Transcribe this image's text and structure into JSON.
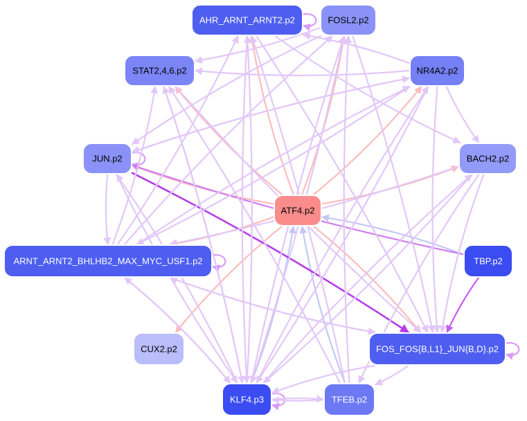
{
  "nodes": [
    {
      "id": "ahr",
      "label": "AHR_ARNT_ARNT2.p2",
      "fill": "#4d5ef0",
      "text": "#ffffff"
    },
    {
      "id": "fosl2",
      "label": "FOSL2.p2",
      "fill": "#8a92f8",
      "text": "#000000"
    },
    {
      "id": "stat",
      "label": "STAT2,4,6.p2",
      "fill": "#7b85f6",
      "text": "#000000"
    },
    {
      "id": "nr4a2",
      "label": "NR4A2.p2",
      "fill": "#7580f6",
      "text": "#000000"
    },
    {
      "id": "jun",
      "label": "JUN.p2",
      "fill": "#8a92f8",
      "text": "#000000"
    },
    {
      "id": "bach2",
      "label": "BACH2.p2",
      "fill": "#939bf8",
      "text": "#000000"
    },
    {
      "id": "atf4",
      "label": "ATF4.p2",
      "fill": "#fb8c8c",
      "text": "#000000"
    },
    {
      "id": "arnt",
      "label": "ARNT_ARNT2_BHLHB2_MAX_MYC_USF1.p2",
      "fill": "#4d5ef0",
      "text": "#ffffff"
    },
    {
      "id": "tbp",
      "label": "TBP.p2",
      "fill": "#3a4cf2",
      "text": "#ffffff"
    },
    {
      "id": "cux2",
      "label": "CUX2.p2",
      "fill": "#b9bdf9",
      "text": "#000000"
    },
    {
      "id": "fos",
      "label": "FOS_FOS{B,L1}_JUN{B,D}.p2",
      "fill": "#4d5ef0",
      "text": "#ffffff"
    },
    {
      "id": "klf4",
      "label": "KLF4.p3",
      "fill": "#3a4cf2",
      "text": "#ffffff"
    },
    {
      "id": "tfeb",
      "label": "TFEB.p2",
      "fill": "#6c78f4",
      "text": "#ffffff"
    }
  ],
  "edges": [
    {
      "from": "ahr",
      "to": "ahr",
      "color": "#d99af5"
    },
    {
      "from": "jun",
      "to": "jun",
      "color": "#d99af5"
    },
    {
      "from": "arnt",
      "to": "arnt",
      "color": "#d99af5"
    },
    {
      "from": "fos",
      "to": "fos",
      "color": "#d99af5"
    },
    {
      "from": "klf4",
      "to": "klf4",
      "color": "#d99af5"
    },
    {
      "from": "atf4",
      "to": "ahr",
      "color": "#fcbcbc"
    },
    {
      "from": "atf4",
      "to": "fosl2",
      "color": "#fcbcbc"
    },
    {
      "from": "atf4",
      "to": "stat",
      "color": "#fcbcbc"
    },
    {
      "from": "atf4",
      "to": "nr4a2",
      "color": "#fcbcbc"
    },
    {
      "from": "atf4",
      "to": "jun",
      "color": "#fcbcbc"
    },
    {
      "from": "atf4",
      "to": "bach2",
      "color": "#fcbcbc"
    },
    {
      "from": "atf4",
      "to": "arnt",
      "color": "#fcbcbc"
    },
    {
      "from": "atf4",
      "to": "cux2",
      "color": "#fcbcbc"
    },
    {
      "from": "atf4",
      "to": "fos",
      "color": "#fcbcbc"
    },
    {
      "from": "tbp",
      "to": "atf4",
      "color": "#c3c8f5"
    },
    {
      "from": "tfeb",
      "to": "atf4",
      "color": "#c3c8f5"
    },
    {
      "from": "klf4",
      "to": "atf4",
      "color": "#c3c8f5"
    },
    {
      "from": "jun",
      "to": "fos",
      "color": "#b43be8",
      "width": 2.6
    },
    {
      "from": "tbp",
      "to": "fos",
      "color": "#c65cef",
      "width": 2.2
    },
    {
      "from": "tbp",
      "to": "jun",
      "color": "#d07cf0",
      "width": 2.2
    },
    {
      "from": "nr4a2",
      "to": "ahr",
      "color": "#e2c7f8"
    },
    {
      "from": "nr4a2",
      "to": "stat",
      "color": "#e2c7f8"
    },
    {
      "from": "nr4a2",
      "to": "jun",
      "color": "#e2c7f8"
    },
    {
      "from": "nr4a2",
      "to": "arnt",
      "color": "#e2c7f8"
    },
    {
      "from": "nr4a2",
      "to": "bach2",
      "color": "#e2c7f8"
    },
    {
      "from": "fosl2",
      "to": "stat",
      "color": "#e2c7f8"
    },
    {
      "from": "fosl2",
      "to": "jun",
      "color": "#e2c7f8"
    },
    {
      "from": "fosl2",
      "to": "fos",
      "color": "#e2c7f8"
    },
    {
      "from": "ahr",
      "to": "bach2",
      "color": "#e2c7f8"
    },
    {
      "from": "ahr",
      "to": "fos",
      "color": "#e2c7f8"
    },
    {
      "from": "stat",
      "to": "fos",
      "color": "#e2c7f8"
    },
    {
      "from": "stat",
      "to": "klf4",
      "color": "#e2c7f8"
    },
    {
      "from": "jun",
      "to": "arnt",
      "color": "#e2c7f8"
    },
    {
      "from": "jun",
      "to": "nr4a2",
      "color": "#e2c7f8"
    },
    {
      "from": "jun",
      "to": "klf4",
      "color": "#e2c7f8"
    },
    {
      "from": "bach2",
      "to": "arnt",
      "color": "#e2c7f8"
    },
    {
      "from": "bach2",
      "to": "fos",
      "color": "#e2c7f8"
    },
    {
      "from": "bach2",
      "to": "klf4",
      "color": "#e2c7f8"
    },
    {
      "from": "bach2",
      "to": "tfeb",
      "color": "#e2c7f8"
    },
    {
      "from": "fos",
      "to": "arnt",
      "color": "#e2c7f8"
    },
    {
      "from": "fos",
      "to": "klf4",
      "color": "#e2c7f8"
    },
    {
      "from": "fos",
      "to": "tfeb",
      "color": "#e2c7f8"
    },
    {
      "from": "klf4",
      "to": "ahr",
      "color": "#e2c7f8"
    },
    {
      "from": "klf4",
      "to": "fosl2",
      "color": "#e2c7f8"
    },
    {
      "from": "klf4",
      "to": "stat",
      "color": "#e2c7f8"
    },
    {
      "from": "klf4",
      "to": "nr4a2",
      "color": "#e2c7f8"
    },
    {
      "from": "klf4",
      "to": "jun",
      "color": "#e2c7f8"
    },
    {
      "from": "klf4",
      "to": "bach2",
      "color": "#e2c7f8"
    },
    {
      "from": "klf4",
      "to": "arnt",
      "color": "#e2c7f8"
    },
    {
      "from": "klf4",
      "to": "tfeb",
      "color": "#e2c7f8"
    },
    {
      "from": "tfeb",
      "to": "ahr",
      "color": "#e2c7f8"
    },
    {
      "from": "tfeb",
      "to": "fosl2",
      "color": "#e2c7f8"
    },
    {
      "from": "tfeb",
      "to": "stat",
      "color": "#e2c7f8"
    },
    {
      "from": "tfeb",
      "to": "klf4",
      "color": "#e2c7f8"
    },
    {
      "from": "arnt",
      "to": "ahr",
      "color": "#e2c7f8"
    },
    {
      "from": "arnt",
      "to": "fosl2",
      "color": "#e2c7f8"
    },
    {
      "from": "arnt",
      "to": "stat",
      "color": "#e2c7f8"
    },
    {
      "from": "arnt",
      "to": "nr4a2",
      "color": "#e2c7f8"
    },
    {
      "from": "arnt",
      "to": "fos",
      "color": "#e2c7f8"
    },
    {
      "from": "arnt",
      "to": "klf4",
      "color": "#e2c7f8"
    },
    {
      "from": "nr4a2",
      "to": "fos",
      "color": "#e2c7f8"
    },
    {
      "from": "nr4a2",
      "to": "klf4",
      "color": "#e2c7f8"
    },
    {
      "from": "ahr",
      "to": "klf4",
      "color": "#e2c7f8"
    },
    {
      "from": "fosl2",
      "to": "klf4",
      "color": "#e2c7f8"
    }
  ]
}
